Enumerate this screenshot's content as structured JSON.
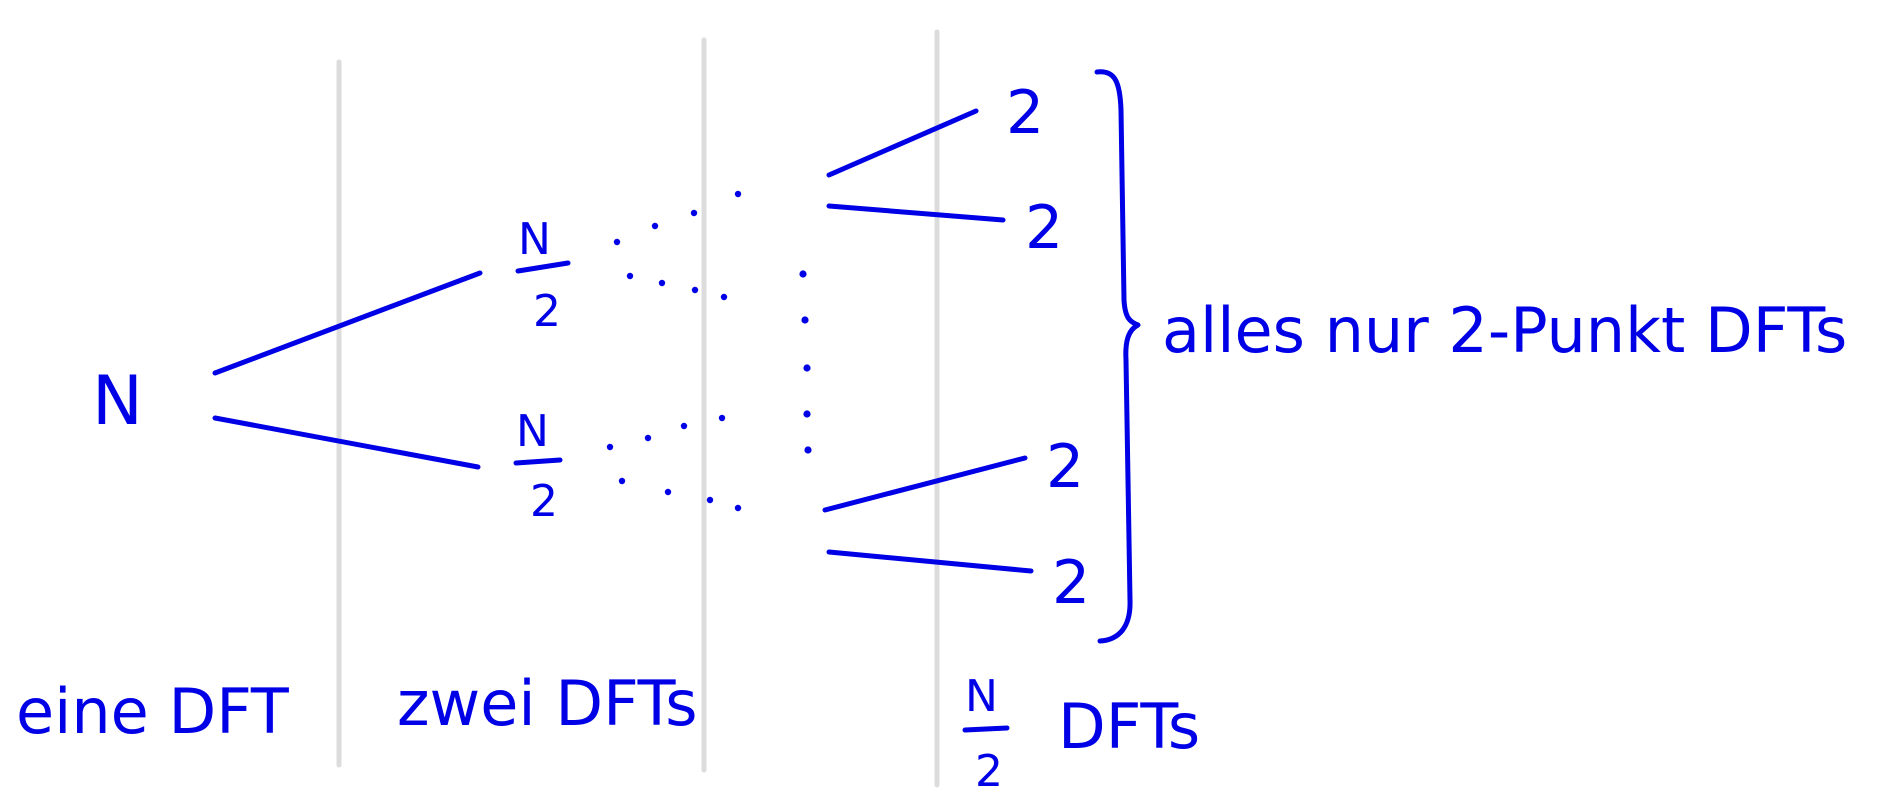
{
  "nodes": {
    "root": "N",
    "half_top_num": "N",
    "half_top_den": "2",
    "half_bottom_num": "N",
    "half_bottom_den": "2",
    "leaf_1": "2",
    "leaf_2": "2",
    "leaf_3": "2",
    "leaf_4": "2"
  },
  "bracket_label": "alles nur 2-Punkt DFTs",
  "column_labels": {
    "col1": "eine DFT",
    "col2": "zwei DFTs",
    "col3_num": "N",
    "col3_den": "2",
    "col3_suffix": "DFTs"
  },
  "colors": {
    "ink": "#0000e6",
    "divider": "#dcdcdc"
  }
}
